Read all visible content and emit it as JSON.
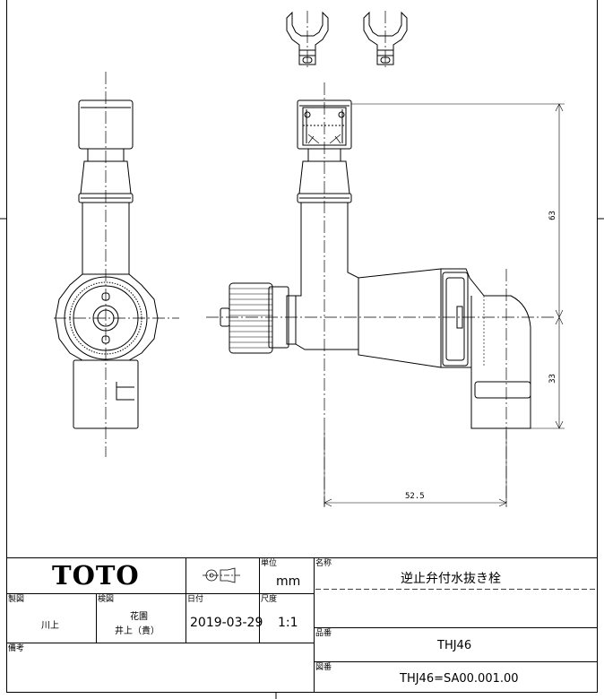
{
  "drawing": {
    "dimensions": {
      "height_upper": "63",
      "height_lower": "33",
      "width": "52.5"
    }
  },
  "title_block": {
    "logo": "TOTO",
    "unit": {
      "label": "単位",
      "value": "mm"
    },
    "name": {
      "label": "名称",
      "value": "逆止弁付水抜き栓"
    },
    "drawn_by": {
      "label": "製図",
      "value": "川上"
    },
    "checked_by": {
      "label": "検図",
      "value_line1": "花園",
      "value_line2": "井上（貴）"
    },
    "date": {
      "label": "日付",
      "value": "2019-03-29"
    },
    "scale": {
      "label": "尺度",
      "value": "1:1"
    },
    "part_no": {
      "label": "品番",
      "value": "THJ46"
    },
    "remarks": {
      "label": "備考",
      "value": ""
    },
    "drawing_no": {
      "label": "図番",
      "value": "THJ46=SA00.001.00"
    }
  }
}
